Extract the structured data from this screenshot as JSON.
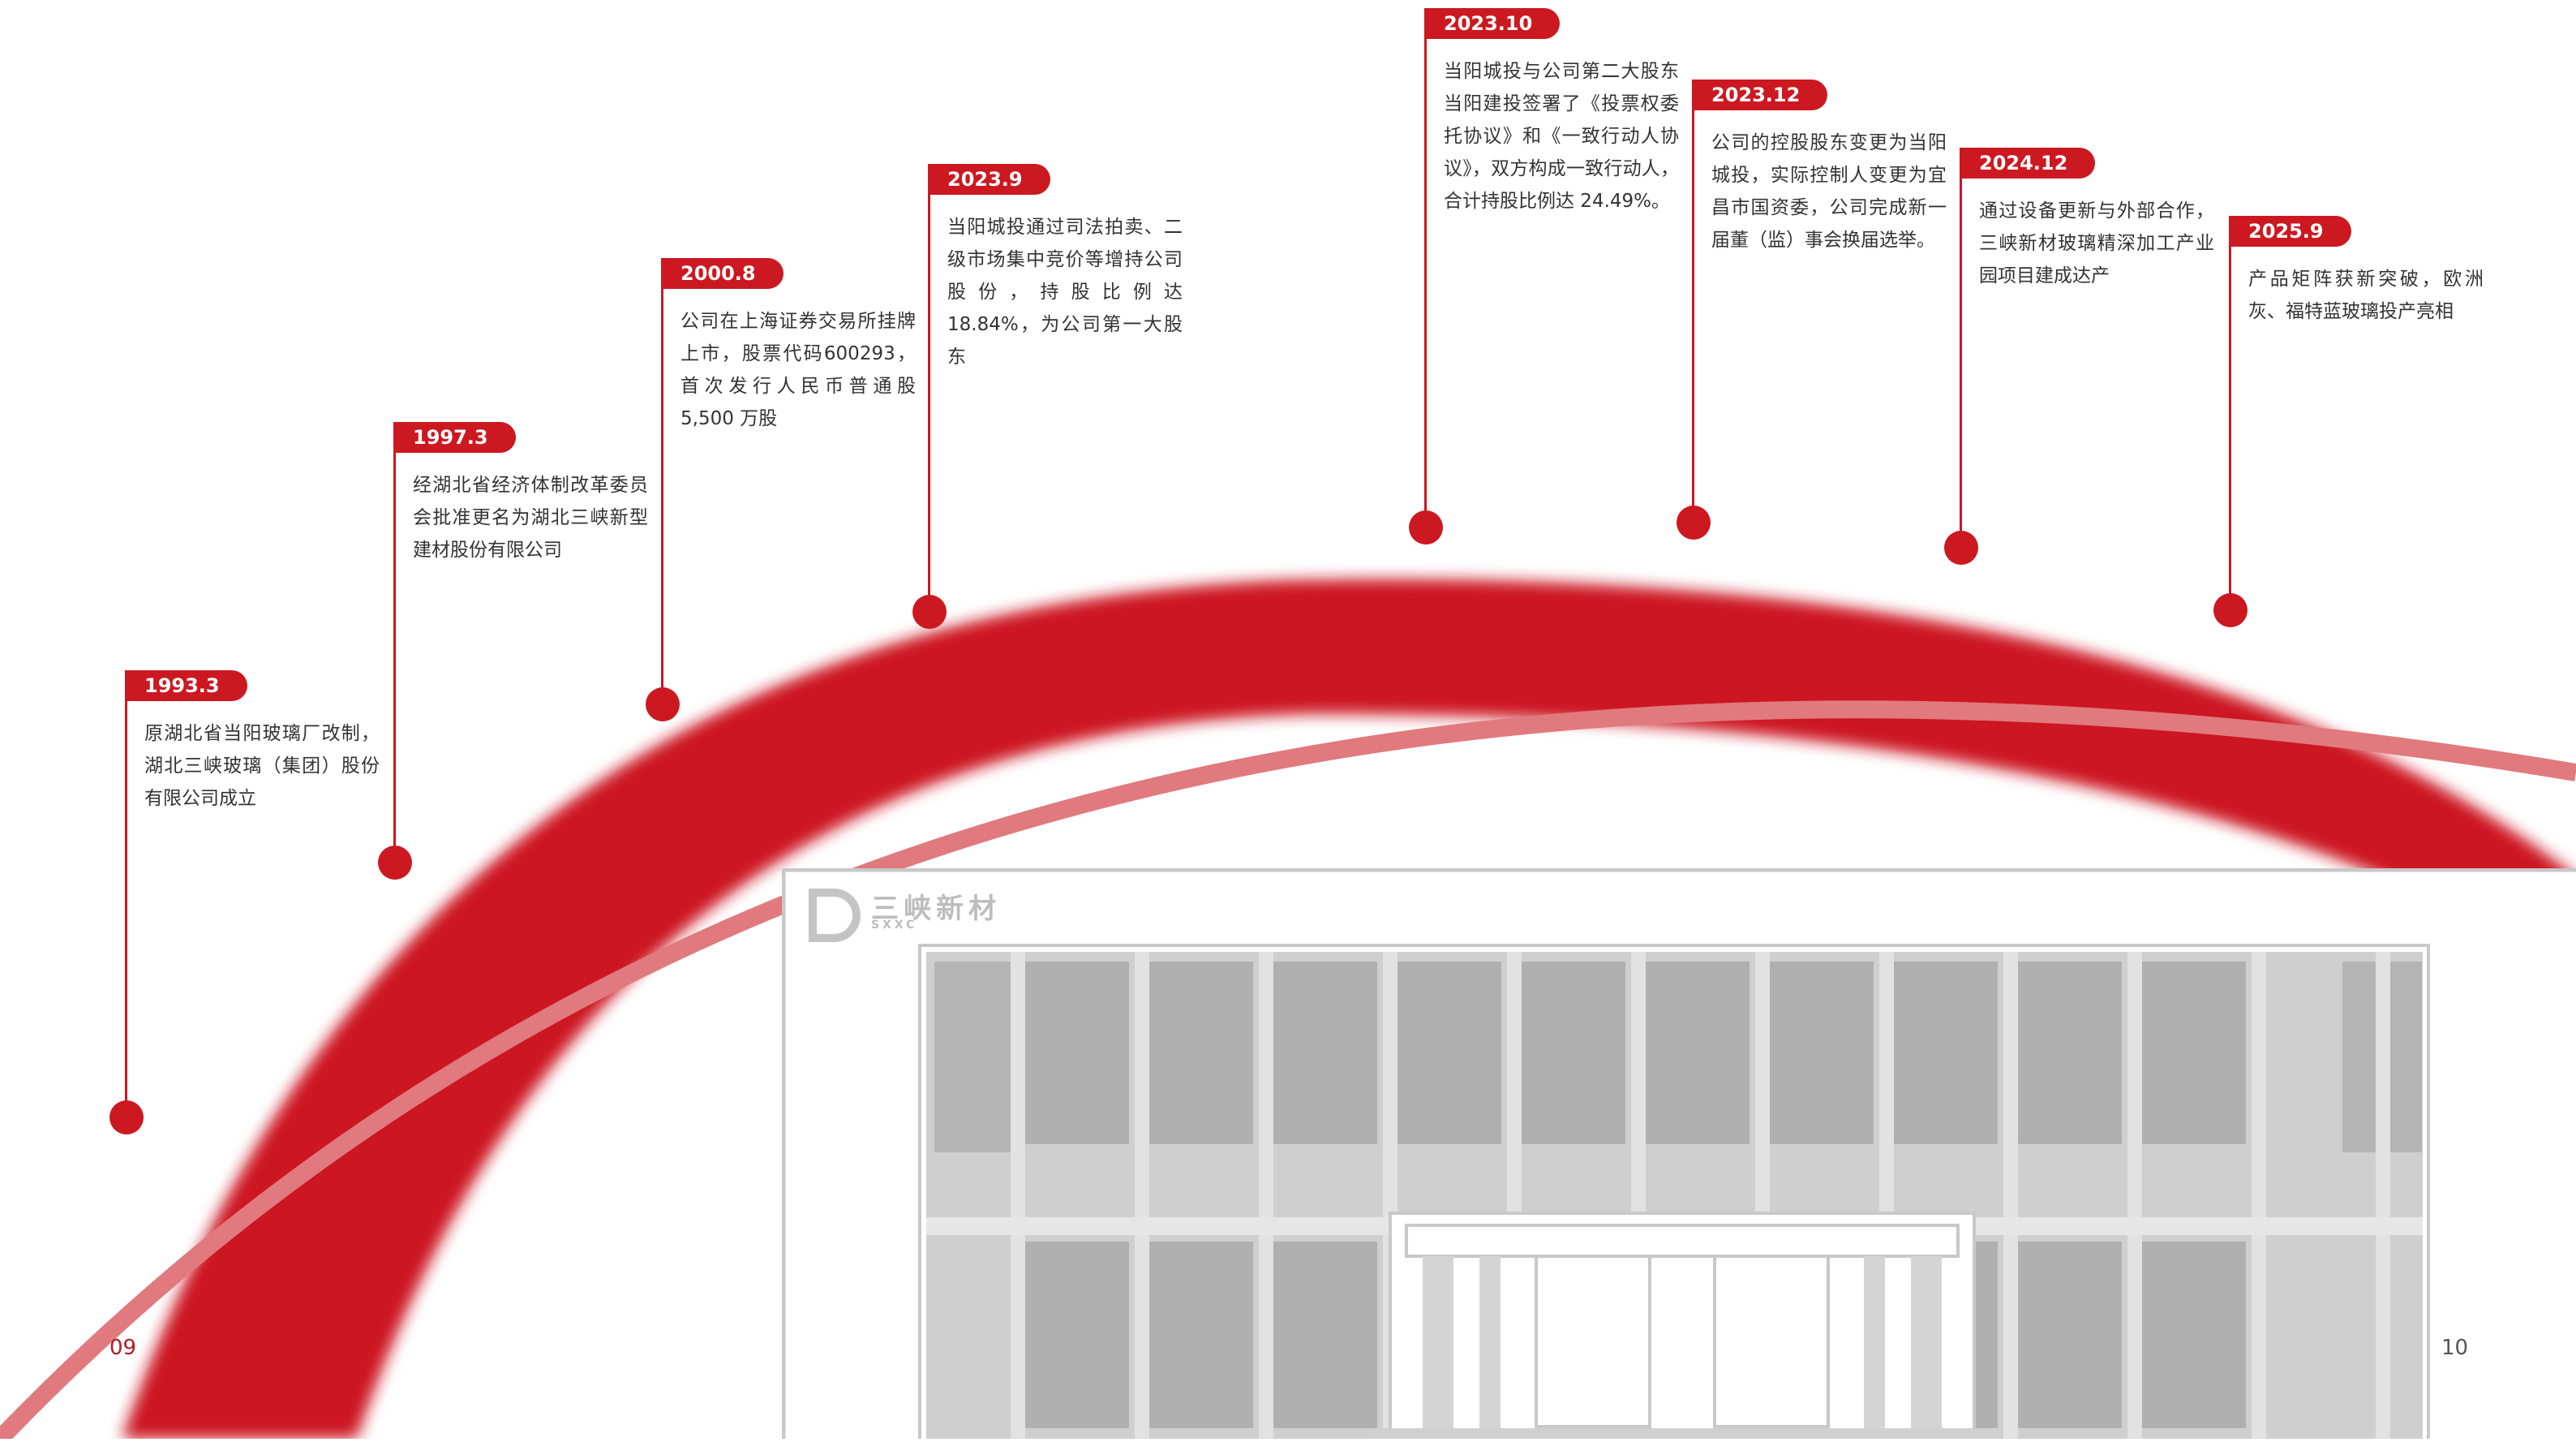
{
  "timeline": [
    {
      "date": "1993.3",
      "text": "原湖北省当阳玻璃厂改制，湖北三峡玻璃（集团）股份有限公司成立"
    },
    {
      "date": "1997.3",
      "text": "经湖北省经济体制改革委员会批准更名为湖北三峡新型建材股份有限公司"
    },
    {
      "date": "2000.8",
      "text": "公司在上海证券交易所挂牌上市，股票代码600293，首次发行人民币普通股 5,500 万股"
    },
    {
      "date": "2023.9",
      "text": "当阳城投通过司法拍卖、二级市场集中竞价等增持公司股份，持股比例达18.84%，为公司第一大股东"
    },
    {
      "date": "2023.10",
      "text": "当阳城投与公司第二大股东当阳建投签署了《投票权委托协议》和《一致行动人协议》，双方构成一致行动人，合计持股比例达 24.49%。"
    },
    {
      "date": "2023.12",
      "text": "公司的控股股东变更为当阳城投，实际控制人变更为宜昌市国资委，公司完成新一届董（监）事会换届选举。"
    },
    {
      "date": "2024.12",
      "text": "通过设备更新与外部合作，三峡新材玻璃精深加工产业园项目建成达产"
    },
    {
      "date": "2025.9",
      "text": "产品矩阵获新突破，欧洲灰、福特蓝玻璃投产亮相"
    }
  ],
  "building": {
    "logo_text": "三峡新材",
    "logo_sub": "SXXC"
  },
  "page_numbers": {
    "left": "09",
    "right": "10"
  },
  "colors": {
    "accent": "#cc1820",
    "arc_light": "#e07a7e",
    "building_gray": "#c4c4c4"
  }
}
